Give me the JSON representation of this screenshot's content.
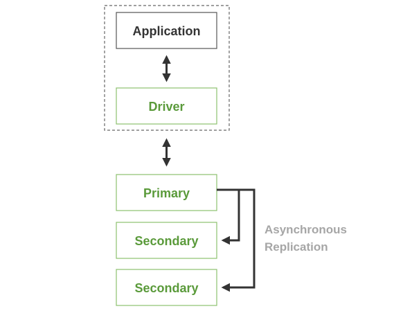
{
  "colors": {
    "dark": "#333333",
    "green": "#5a9a3a",
    "green_border": "#8cc06e",
    "gray_text": "#a6a6a6",
    "dashed": "#666666"
  },
  "nodes": {
    "application": "Application",
    "driver": "Driver",
    "primary": "Primary",
    "secondary_1": "Secondary",
    "secondary_2": "Secondary"
  },
  "note": {
    "line1": "Asynchronous",
    "line2": "Replication"
  }
}
